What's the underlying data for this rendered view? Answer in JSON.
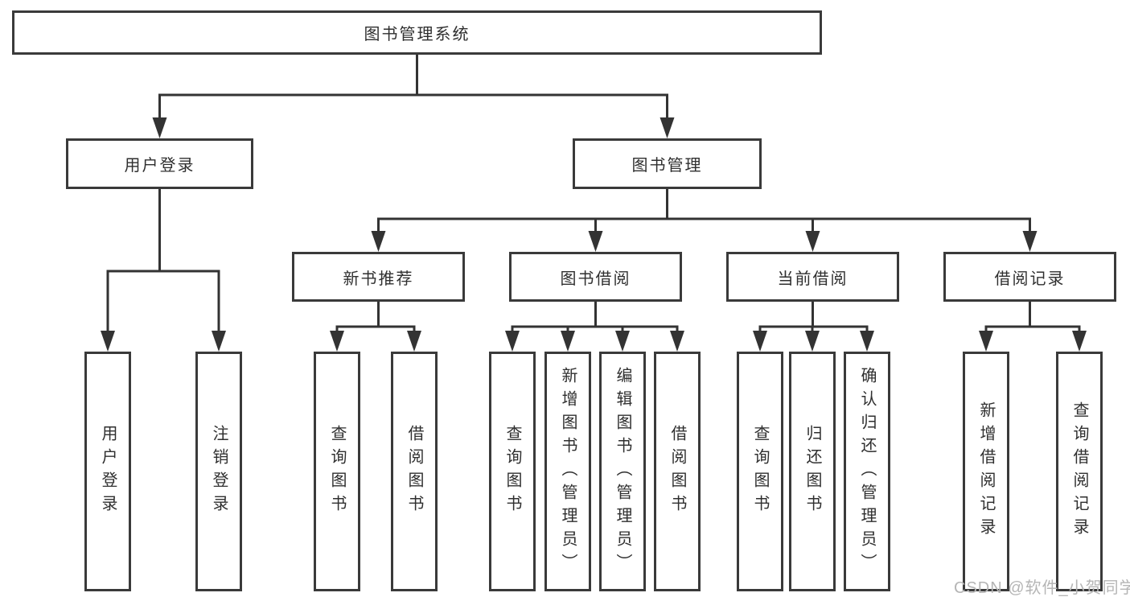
{
  "nodes": {
    "root": {
      "label": "图书管理系统"
    },
    "branches": [
      {
        "label": "用户登录"
      },
      {
        "label": "图书管理"
      }
    ],
    "modules": [
      {
        "label": "新书推荐",
        "parent": "图书管理"
      },
      {
        "label": "图书借阅",
        "parent": "图书管理"
      },
      {
        "label": "当前借阅",
        "parent": "图书管理"
      },
      {
        "label": "借阅记录",
        "parent": "图书管理"
      }
    ],
    "leaves": [
      {
        "label": "用户登录",
        "parent": "用户登录"
      },
      {
        "label": "注销登录",
        "parent": "用户登录"
      },
      {
        "label": "查询图书",
        "parent": "新书推荐"
      },
      {
        "label": "借阅图书",
        "parent": "新书推荐"
      },
      {
        "label": "查询图书",
        "parent": "图书借阅"
      },
      {
        "label": "新增图书（管理员）",
        "parent": "图书借阅"
      },
      {
        "label": "编辑图书（管理员）",
        "parent": "图书借阅"
      },
      {
        "label": "借阅图书",
        "parent": "图书借阅"
      },
      {
        "label": "查询图书",
        "parent": "当前借阅"
      },
      {
        "label": "归还图书",
        "parent": "当前借阅"
      },
      {
        "label": "确认归还（管理员）",
        "parent": "当前借阅"
      },
      {
        "label": "新增借阅记录",
        "parent": "借阅记录"
      },
      {
        "label": "查询借阅记录",
        "parent": "借阅记录"
      }
    ]
  },
  "watermark": {
    "text": "CSDN @软件_小贺同学",
    "color": "#b5b5b5"
  },
  "colors": {
    "line": "#333333",
    "box_border": "#3a3a3a",
    "box_fill": "#ffffff",
    "text": "#2f2f2f"
  }
}
